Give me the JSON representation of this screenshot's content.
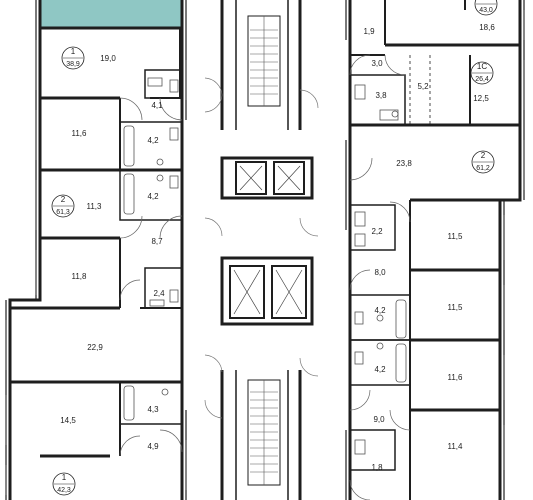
{
  "colors": {
    "wall": "#1e1e1e",
    "thin_line": "#3a3a3a",
    "highlight": "#8fc7c4",
    "background": "#ffffff"
  },
  "apartments": [
    {
      "id": "apt-left-top",
      "rooms": "1",
      "area": "38,9"
    },
    {
      "id": "apt-left-middle",
      "rooms": "2",
      "area": "61,3"
    },
    {
      "id": "apt-left-bottom",
      "rooms": "1",
      "area": "42,3"
    },
    {
      "id": "apt-right-top",
      "rooms": "1",
      "area": "43,0"
    },
    {
      "id": "apt-right-studio",
      "rooms": "1С",
      "area": "26,4"
    },
    {
      "id": "apt-right-middle",
      "rooms": "2",
      "area": "61,2"
    }
  ],
  "room_areas": [
    "19,0",
    "4,1",
    "11,6",
    "4,2",
    "4,2",
    "11,3",
    "8,7",
    "11,8",
    "2,4",
    "22,9",
    "14,5",
    "4,3",
    "4,9",
    "1,9",
    "18,6",
    "3,0",
    "5,2",
    "12,5",
    "3,8",
    "23,8",
    "2,2",
    "11,5",
    "8,0",
    "11,5",
    "4,2",
    "4,2",
    "11,6",
    "9,0",
    "11,4",
    "1,8"
  ]
}
